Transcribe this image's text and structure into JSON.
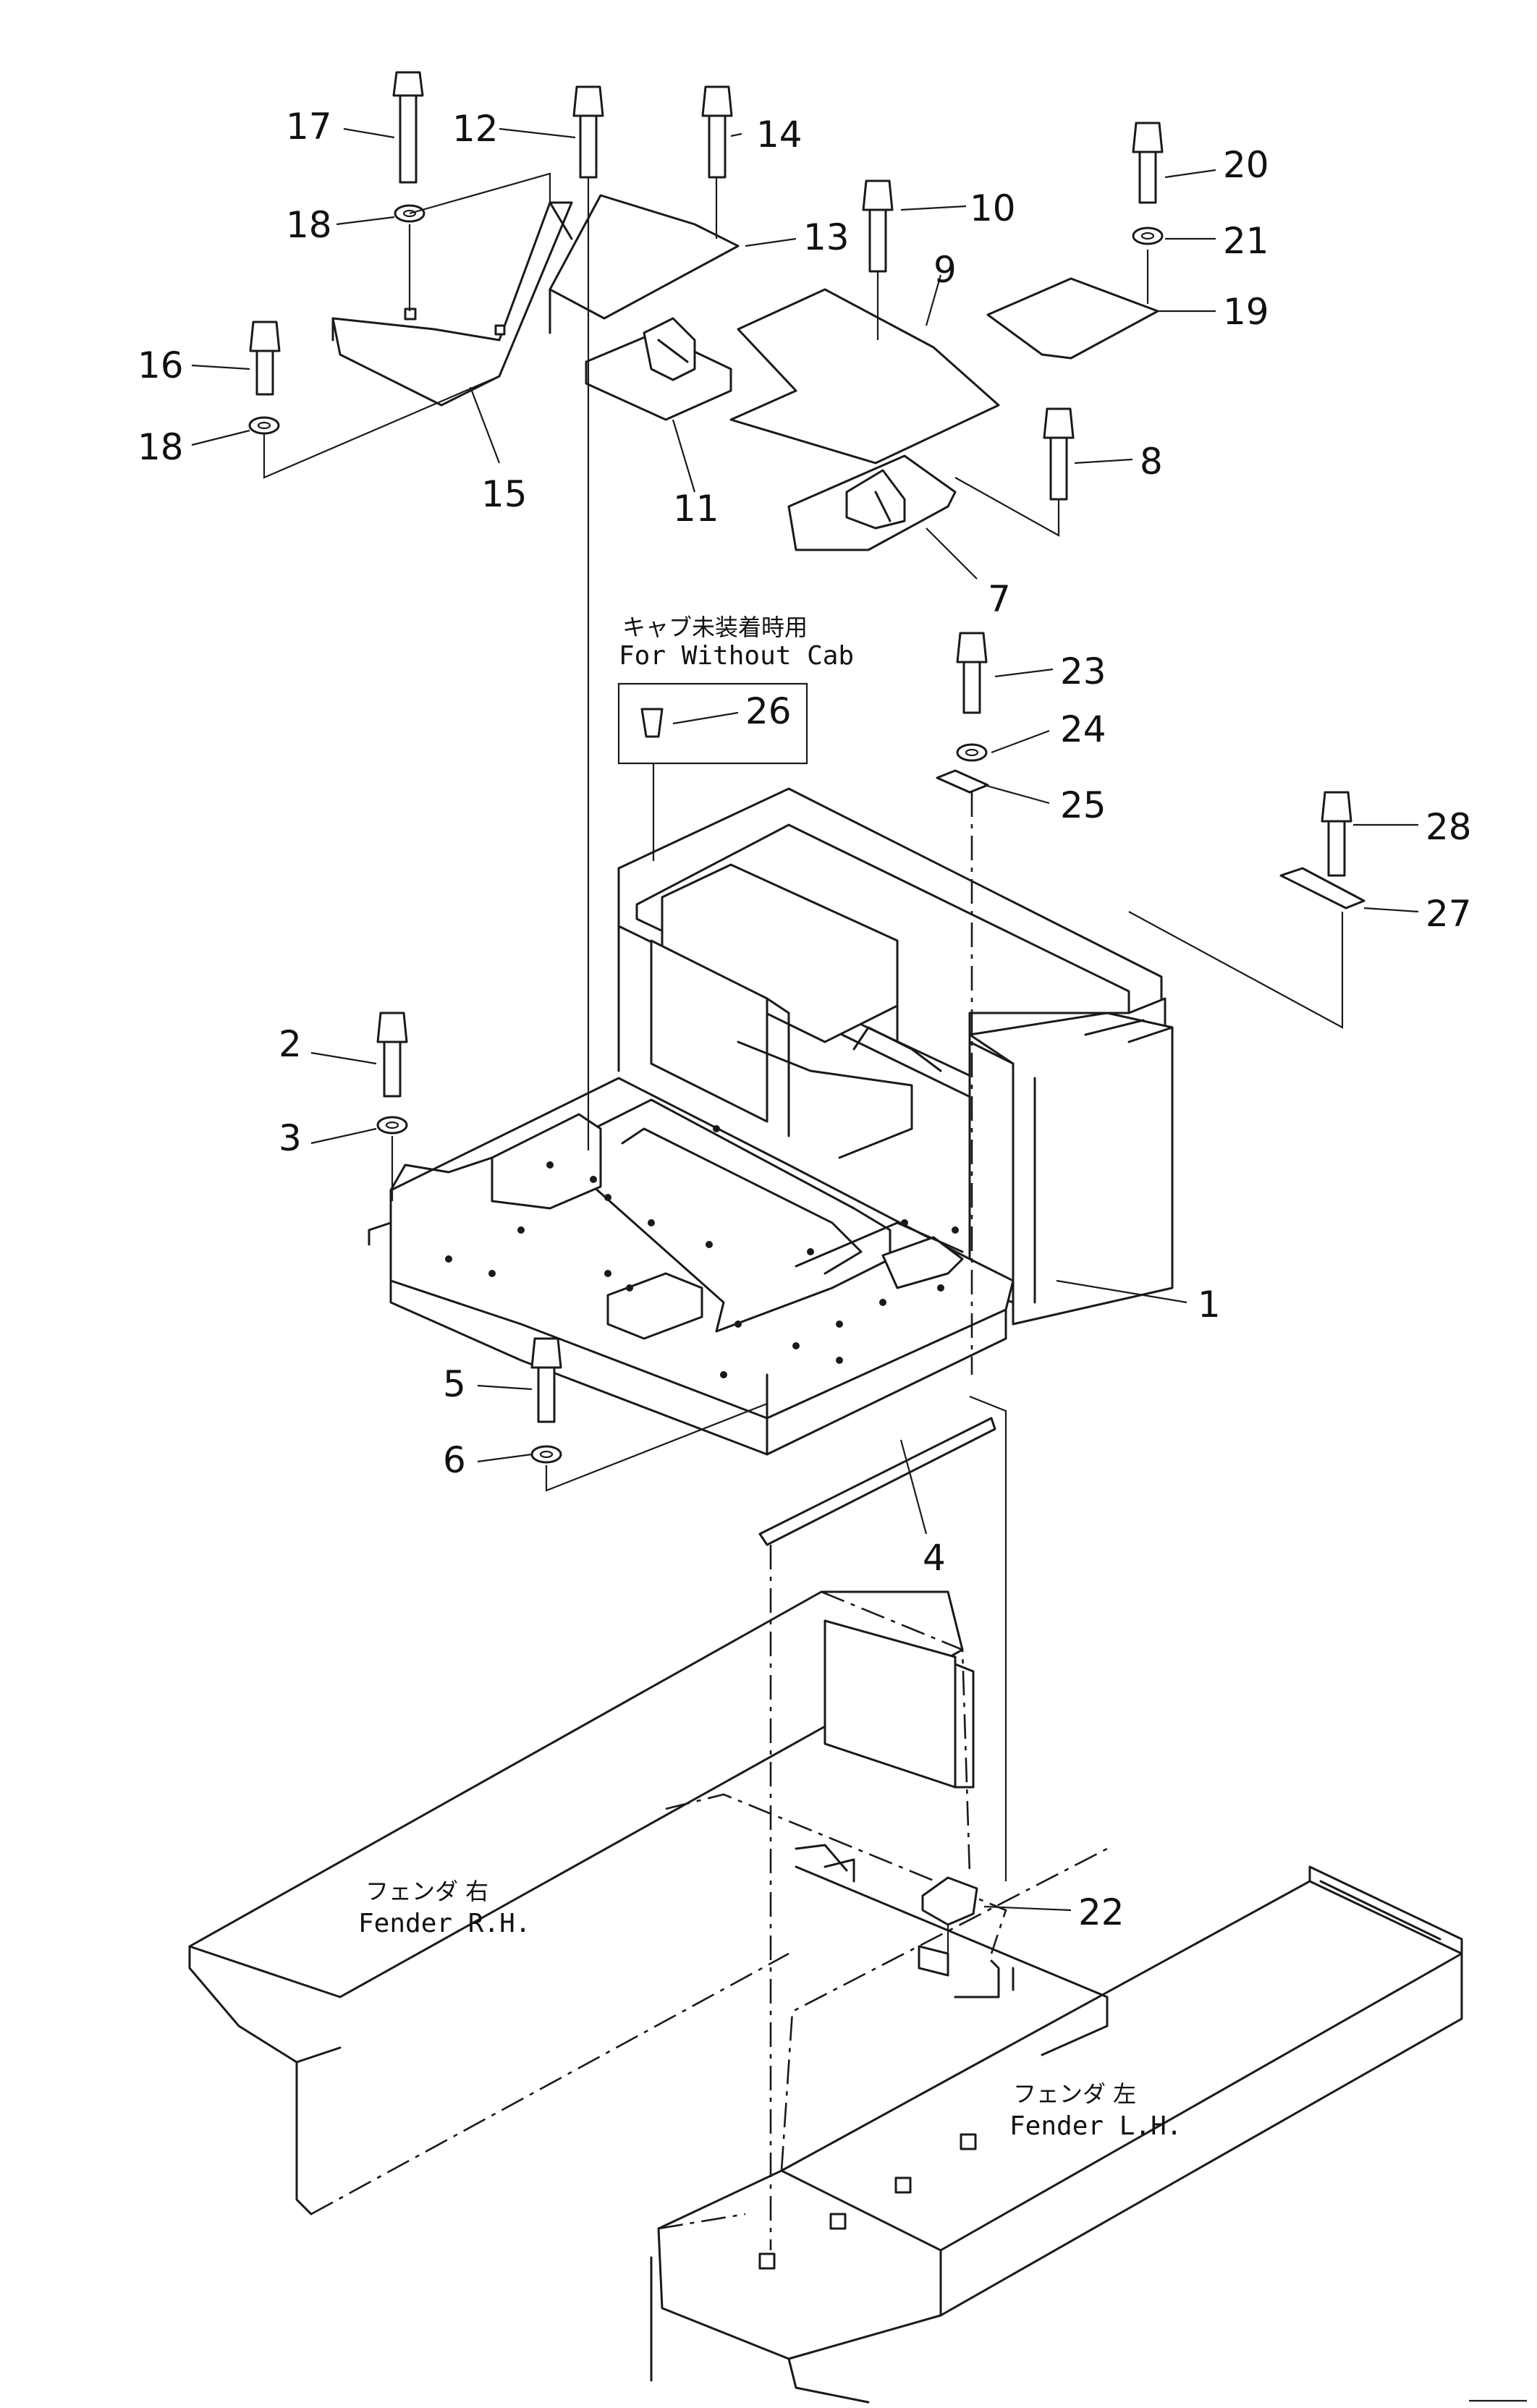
{
  "callouts": {
    "c1": "1",
    "c2": "2",
    "c3": "3",
    "c4": "4",
    "c5": "5",
    "c6": "6",
    "c7": "7",
    "c8": "8",
    "c9": "9",
    "c10": "10",
    "c11": "11",
    "c12": "12",
    "c13": "13",
    "c14": "14",
    "c15": "15",
    "c16": "16",
    "c17": "17",
    "c18a": "18",
    "c18b": "18",
    "c19": "19",
    "c20": "20",
    "c21": "21",
    "c22": "22",
    "c23": "23",
    "c24": "24",
    "c25": "25",
    "c26": "26",
    "c27": "27",
    "c28": "28"
  },
  "notes": {
    "without_cab_jp": "キャブ未装着時用",
    "without_cab_en": "For Without Cab",
    "fender_rh_jp": "フェンダ 右",
    "fender_rh_en": "Fender R.H.",
    "fender_lh_jp": "フェンダ 左",
    "fender_lh_en": "Fender L.H."
  }
}
